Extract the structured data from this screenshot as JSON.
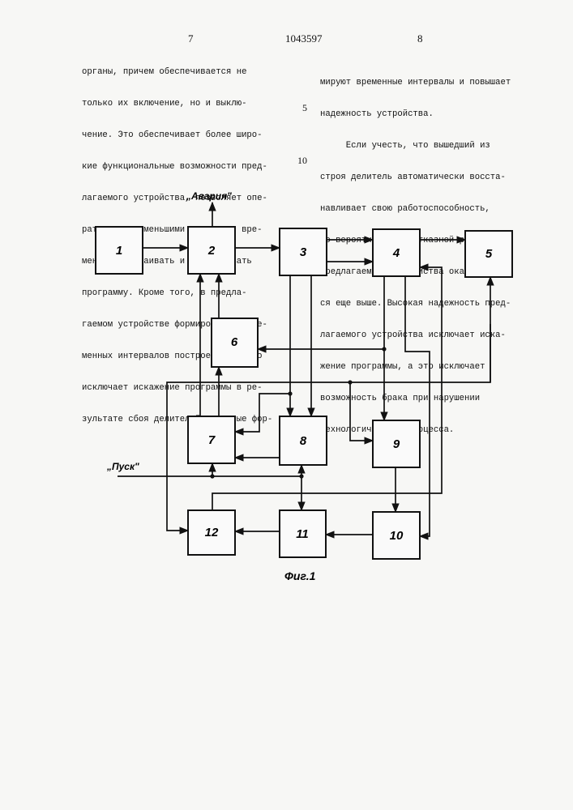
{
  "header": {
    "page_left": "7",
    "patent_number": "1043597",
    "page_right": "8"
  },
  "left_column": [
    "органы, причем обеспечивается не",
    "только их включение, но и выклю-",
    "чение. Это обеспечивает более широ-",
    "кие функциональные возможности пред-",
    "лагаемого устройства, позволяет опе-",
    "ративно,  с меньшими затратами вре-",
    "мени перестраивать и отрабатывать",
    "программу. Кроме того, в предла-",
    "гаемом устройстве формирователь вре-",
    "менных интервалов построен так, что",
    "исключает искажение программы в ре-",
    "зультате сбоя делителей, которые фор-"
  ],
  "right_column": [
    "мируют временные интервалы и повышает",
    "надежность устройства.",
    "     Если учесть, что вышедший из",
    "строя делитель автоматически восста-",
    "навливает свою работоспособность,",
    "то вероятность безотказной работы",
    "предлагаемого устройства оказывает-",
    "ся еще выше. Высокая надежность пред-",
    "лагаемого устройства исключает иска-",
    "жение программы, а это исключает",
    "возможность брака при нарушении",
    "технологического процесса."
  ],
  "line_numbers": [
    "5",
    "10"
  ],
  "figure": {
    "blocks": [
      "1",
      "2",
      "3",
      "4",
      "5",
      "6",
      "7",
      "8",
      "9",
      "10",
      "11",
      "12"
    ],
    "signal_alarm": "„Авария\"",
    "signal_start": "„Пуск\"",
    "caption": "Фиг.1"
  }
}
